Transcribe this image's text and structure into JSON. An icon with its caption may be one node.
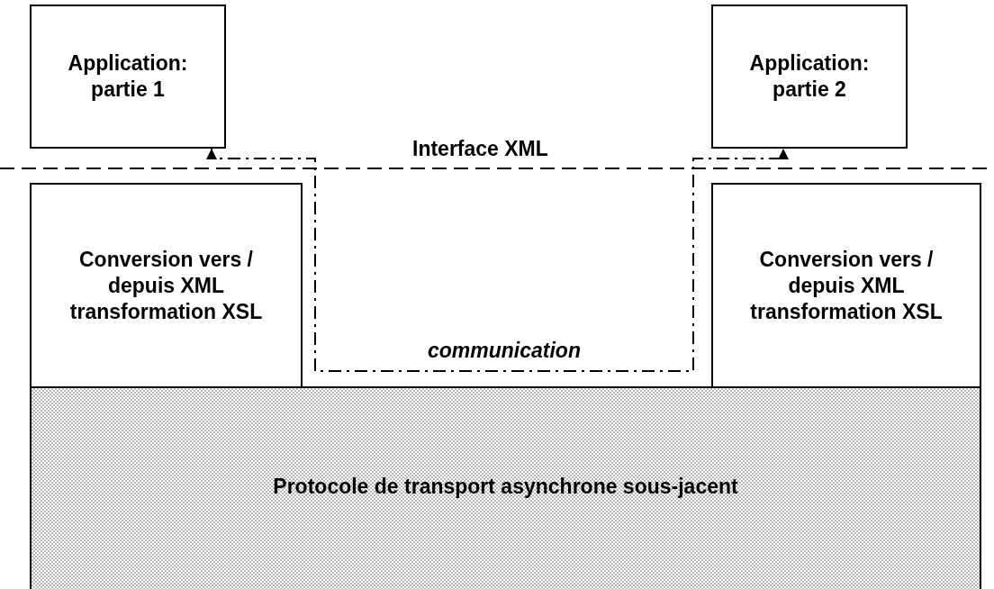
{
  "diagram": {
    "nodes": [
      {
        "text": [
          "Application: partie 1"
        ]
      },
      {
        "text": [
          "Application: partie 2"
        ]
      },
      {
        "text": [
          "Conversion vers / depuis XML transformation XSL"
        ]
      },
      {
        "text": [
          "Conversion vers / depuis XML transformation XSL"
        ]
      },
      {
        "text": [
          "Protocole de transport asynchrone sous-jacent"
        ]
      }
    ],
    "edges": [
      {
        "from": 0,
        "to": 1,
        "arrow": "both",
        "style": "dashed",
        "label": "communication"
      }
    ],
    "labels": [
      "Interface XML"
    ]
  }
}
